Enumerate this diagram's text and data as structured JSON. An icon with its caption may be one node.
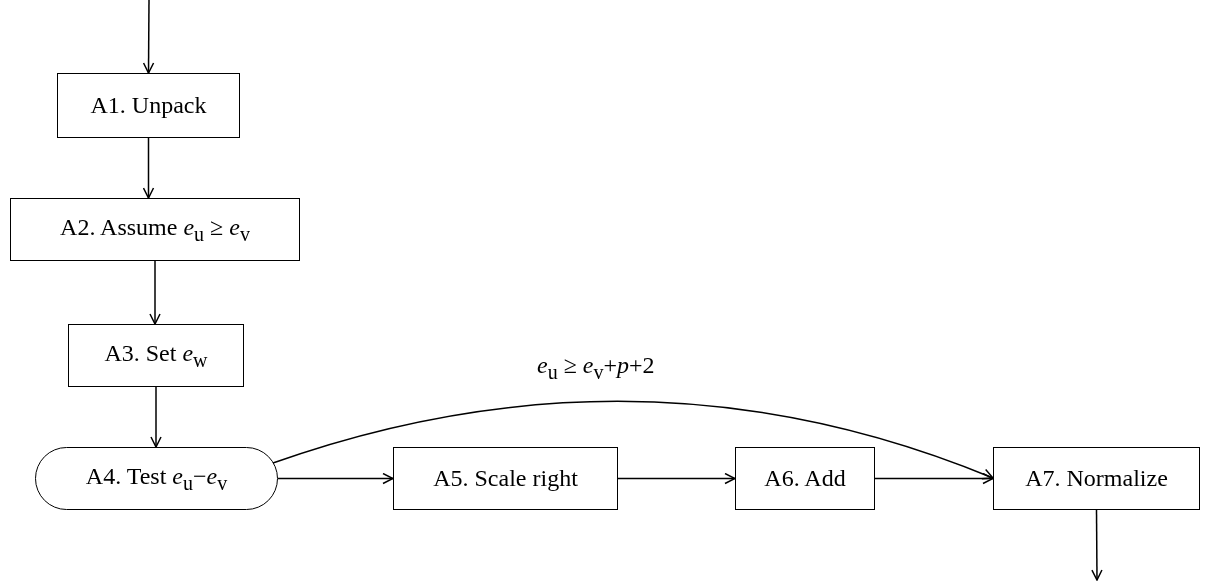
{
  "diagram": {
    "nodes": [
      {
        "text": [
          "A1. Unpack"
        ]
      },
      {
        "text": [
          "A2. Assume *e*$_{u}$ ≥ *e*$_{v}$"
        ]
      },
      {
        "text": [
          "A3. Set *e*$_{w}$"
        ]
      },
      {
        "text": [
          "A4. Test *e*$_{u}$−*e*$_{v}$"
        ]
      },
      {
        "text": [
          "A5. Scale right"
        ]
      },
      {
        "text": [
          "A6. Add"
        ]
      },
      {
        "text": [
          "A7. Normalize"
        ]
      }
    ],
    "edges": [
      {
        "from": null,
        "to": 0,
        "arrow": "to"
      },
      {
        "from": 0,
        "to": 1,
        "arrow": "to"
      },
      {
        "from": 1,
        "to": 2,
        "arrow": "to"
      },
      {
        "from": 2,
        "to": 3,
        "arrow": "to"
      },
      {
        "from": 3,
        "to": 4,
        "arrow": "to"
      },
      {
        "from": 4,
        "to": 5,
        "arrow": "to"
      },
      {
        "from": 5,
        "to": 6,
        "arrow": "to"
      },
      {
        "from": 3,
        "to": 6,
        "arrow": "to",
        "label": "*e*$_{u}$ ≥ *e*$_{v}$+*p*+2"
      },
      {
        "from": 6,
        "to": null,
        "arrow": "to"
      }
    ]
  }
}
